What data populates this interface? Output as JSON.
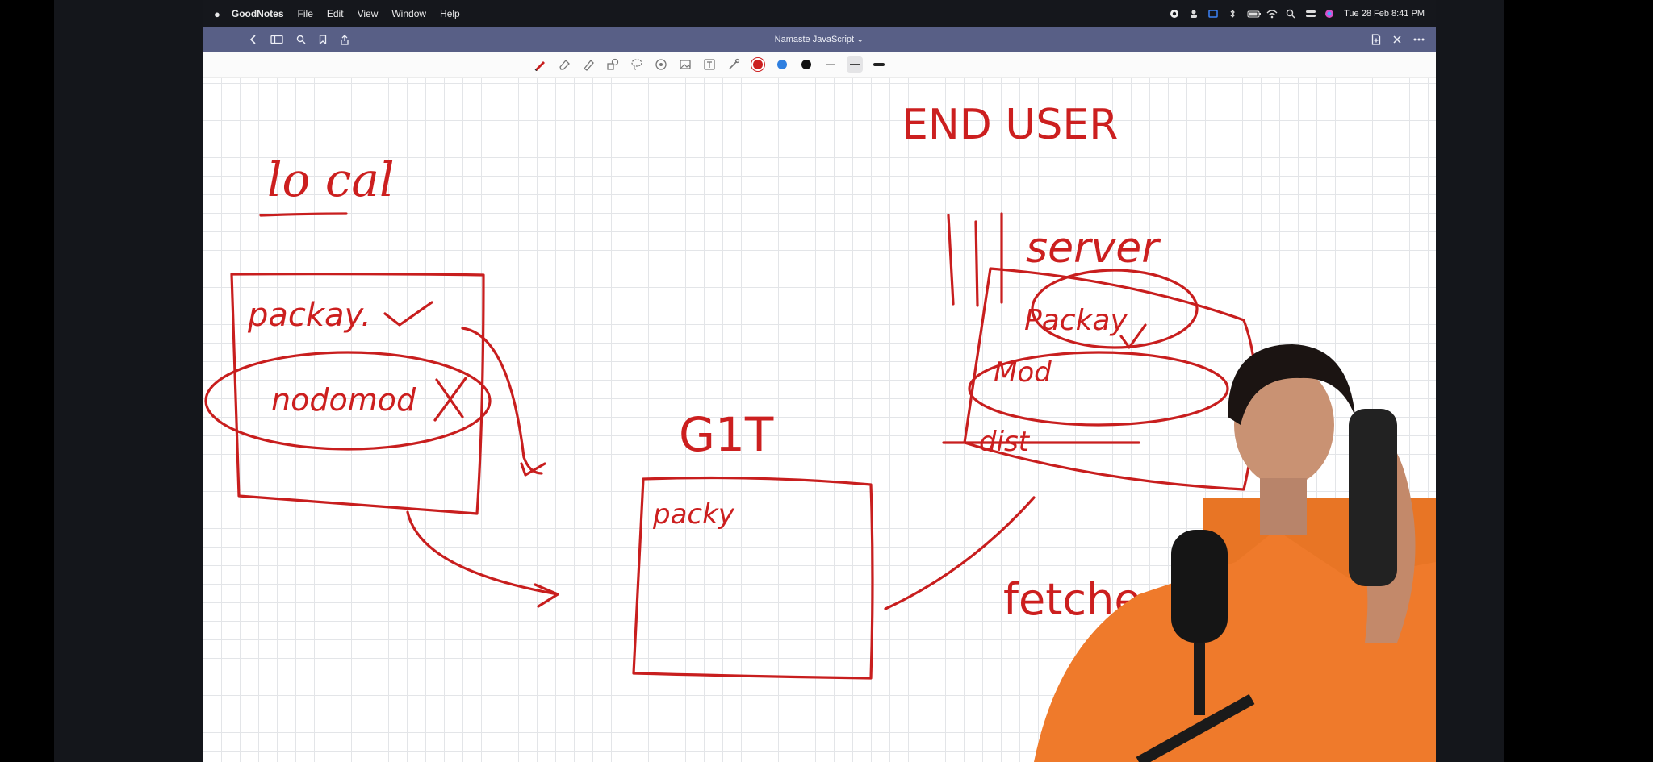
{
  "menubar": {
    "app": "GoodNotes",
    "items": [
      "File",
      "Edit",
      "View",
      "Window",
      "Help"
    ],
    "clock": "Tue 28 Feb  8:41 PM"
  },
  "titlebar": {
    "document_title": "Namaste JavaScript ⌄"
  },
  "toolbar": {
    "colors": [
      "#cc1f1f",
      "#2f7fe0",
      "#111111"
    ]
  },
  "notes": {
    "local": "lo cal",
    "package_local": "packay.",
    "node_modules": "nodomod",
    "git": "G1T",
    "package_git": "packy",
    "end_user": "END USER",
    "server": "server",
    "package_server": "Packay",
    "node_modules_server": "Mod",
    "dist": "dist",
    "fetches": "fetche"
  }
}
